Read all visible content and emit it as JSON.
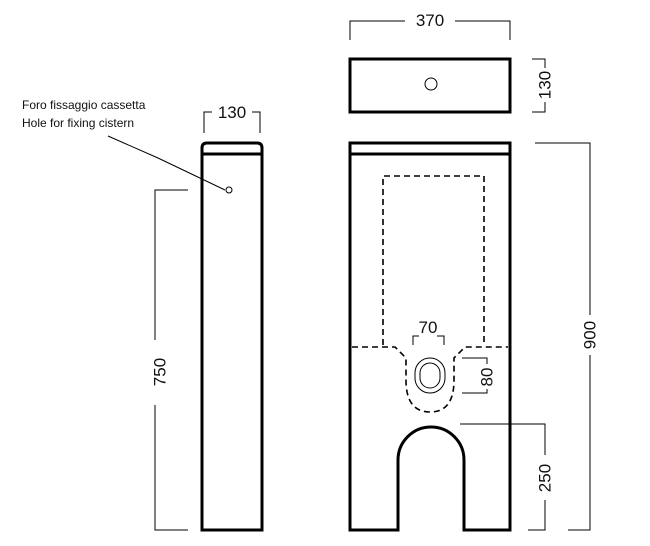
{
  "note": {
    "line1": "Foro fissaggio cassetta",
    "line2": "Hole for fixing cistern"
  },
  "dimensions": {
    "side_width": "130",
    "side_height": "750",
    "top_width": "370",
    "top_depth": "130",
    "total_height": "900",
    "hole_width": "70",
    "hole_height": "80",
    "arch_height": "250"
  }
}
